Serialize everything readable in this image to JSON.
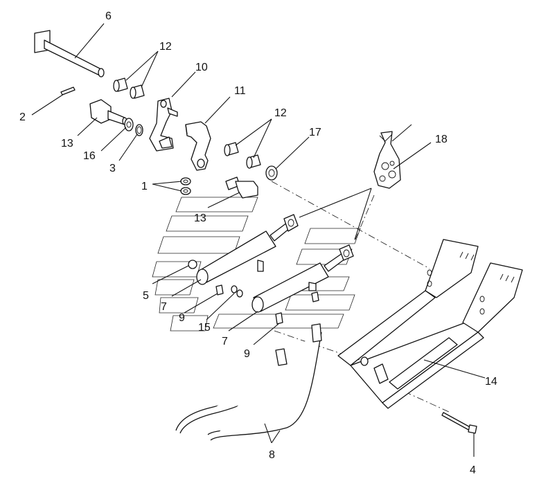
{
  "diagram": {
    "callouts": [
      {
        "id": "c6",
        "text": "6"
      },
      {
        "id": "c12a",
        "text": "12"
      },
      {
        "id": "c10",
        "text": "10"
      },
      {
        "id": "c2",
        "text": "2"
      },
      {
        "id": "c11",
        "text": "11"
      },
      {
        "id": "c13a",
        "text": "13"
      },
      {
        "id": "c16",
        "text": "16"
      },
      {
        "id": "c3",
        "text": "3"
      },
      {
        "id": "c12b",
        "text": "12"
      },
      {
        "id": "c17",
        "text": "17"
      },
      {
        "id": "c18",
        "text": "18"
      },
      {
        "id": "c1",
        "text": "1"
      },
      {
        "id": "c13b",
        "text": "13"
      },
      {
        "id": "c5",
        "text": "5"
      },
      {
        "id": "c7a",
        "text": "7"
      },
      {
        "id": "c9a",
        "text": "9"
      },
      {
        "id": "c15",
        "text": "15"
      },
      {
        "id": "c7b",
        "text": "7"
      },
      {
        "id": "c9b",
        "text": "9"
      },
      {
        "id": "c14",
        "text": "14"
      },
      {
        "id": "c8",
        "text": "8"
      },
      {
        "id": "c4",
        "text": "4"
      }
    ]
  }
}
